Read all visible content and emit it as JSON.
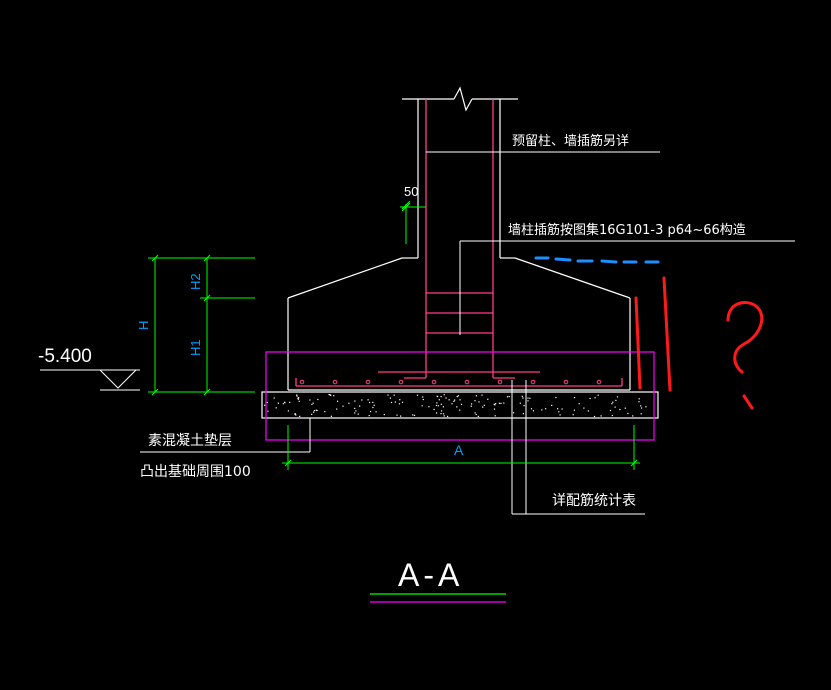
{
  "drawing": {
    "section_title": "A-A",
    "annotations": {
      "reserved_column": "预留柱、墙插筋另详",
      "column_rebar": "墙柱插筋按图集16G101-3 p64~66构造",
      "cushion_layer": "素混凝土垫层",
      "cushion_extension": "凸出基础周围100",
      "rebar_table": "详配筋统计表"
    },
    "dimensions": {
      "offset_50": "50",
      "height_total": "H",
      "height_h1": "H1",
      "height_h2": "H2",
      "width": "A"
    },
    "elevation": "-5.400",
    "markup_question": "?"
  },
  "colors": {
    "background": "#000000",
    "outline": "#ffffff",
    "rebar": "#ff3c8c",
    "dimension": "#00ff00",
    "dim_text": "#00a0ff",
    "selection": "#ff00ff",
    "markup_red": "#ff1a1a",
    "markup_blue": "#1e8fff"
  }
}
